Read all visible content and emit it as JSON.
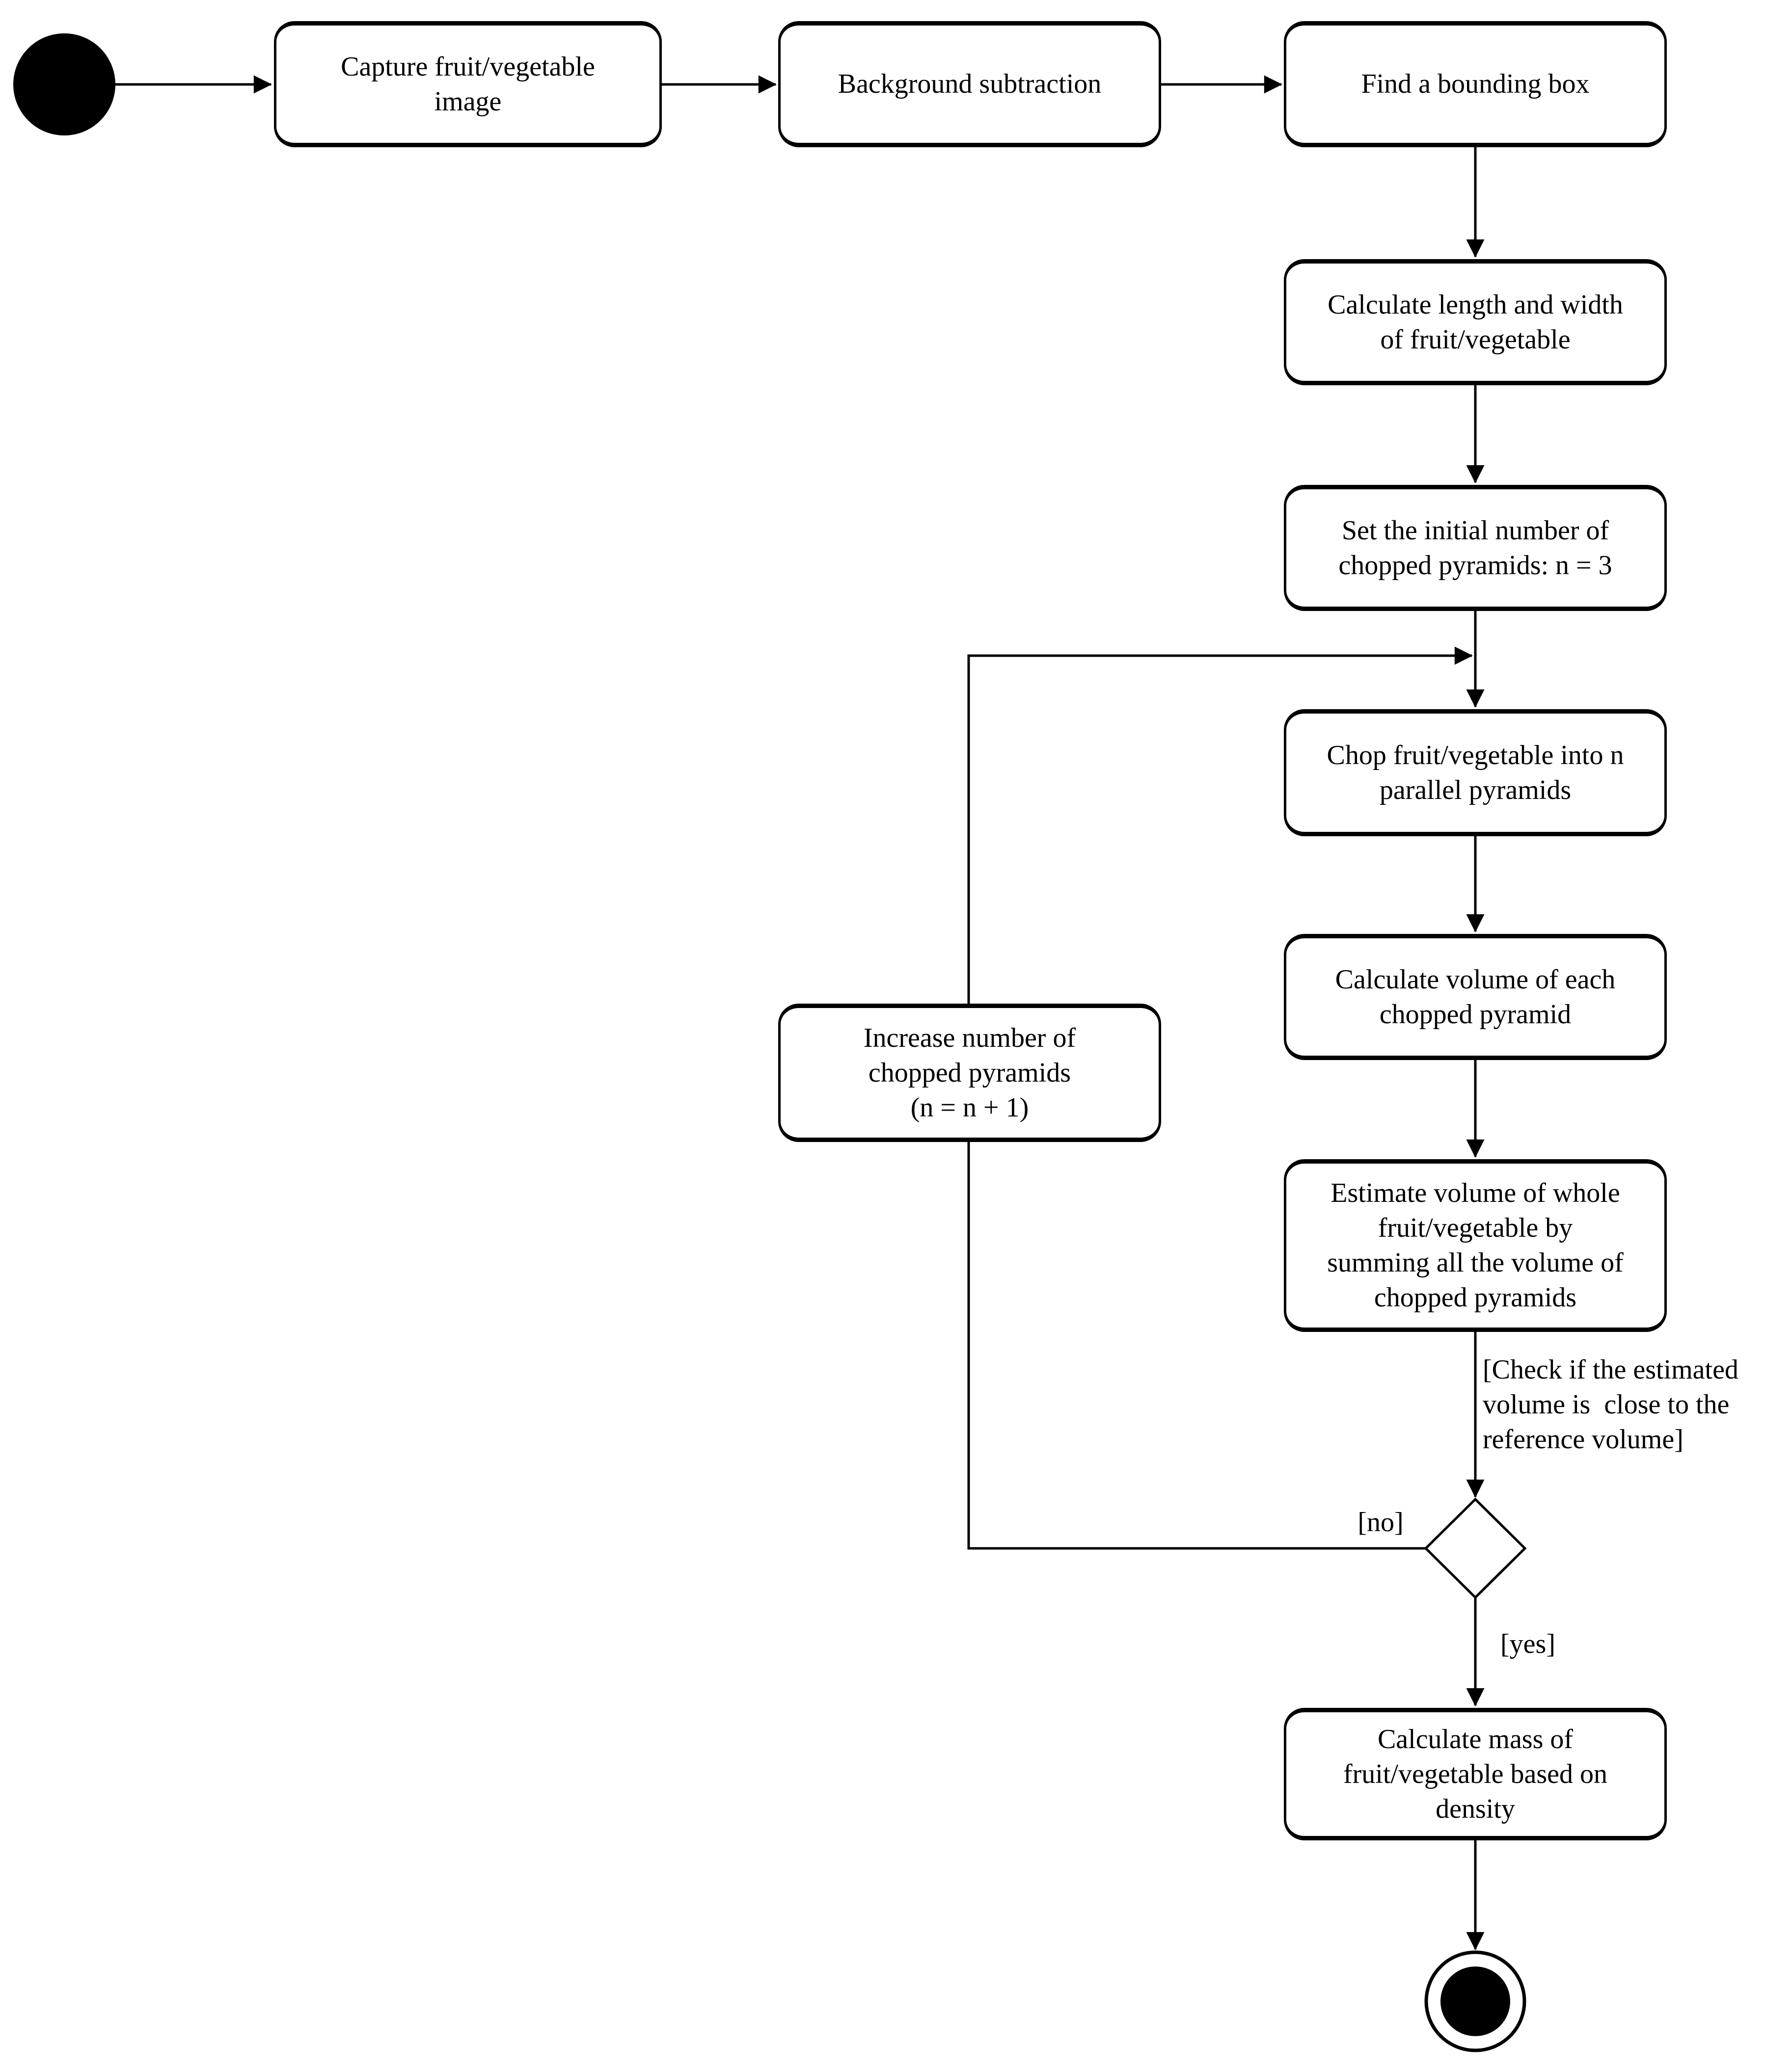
{
  "colors": {
    "background": "#ffffff",
    "stroke": "#000000",
    "node_fill": "#ffffff",
    "text": "#000000"
  },
  "nodes": {
    "start": {
      "type": "initial-node"
    },
    "capture": {
      "label": "Capture fruit/vegetable\nimage"
    },
    "background_subtraction": {
      "label": "Background subtraction"
    },
    "find_bounding_box": {
      "label": "Find a bounding box"
    },
    "calculate_length_width": {
      "label": "Calculate length and width\nof fruit/vegetable"
    },
    "set_initial_number": {
      "label": "Set the initial number of\nchopped pyramids: n = 3"
    },
    "chop_into_pyramids": {
      "label": "Chop fruit/vegetable into n\nparallel pyramids"
    },
    "calculate_volume_each": {
      "label": "Calculate volume of each\nchopped pyramid"
    },
    "estimate_whole_volume": {
      "label": "Estimate volume of whole\nfruit/vegetable by\nsumming all the volume of\nchopped pyramids"
    },
    "increase_number": {
      "label": "Increase number of\nchopped pyramids\n(n = n + 1)"
    },
    "decision": {
      "annotation": "[Check if the estimated\nvolume is  close to the\nreference volume]"
    },
    "calculate_mass": {
      "label": "Calculate mass of\nfruit/vegetable based on\ndensity"
    },
    "end": {
      "type": "final-node"
    }
  },
  "edge_labels": {
    "no": "[no]",
    "yes": "[yes]"
  }
}
